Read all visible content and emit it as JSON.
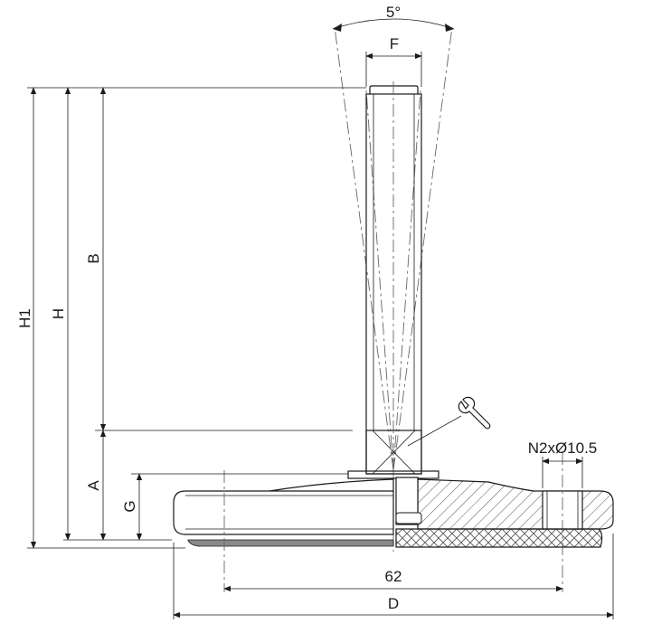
{
  "labels": {
    "angle": "5°",
    "f": "F",
    "h1": "H1",
    "h": "H",
    "b": "B",
    "a": "A",
    "g": "G",
    "holes": "N2xØ10.5",
    "bolt_spacing": "62",
    "d": "D"
  },
  "colors": {
    "line": "#1a1a1a",
    "hatch": "#555555",
    "rubber_pad": "#8a8a8a",
    "background": "#ffffff"
  },
  "icons": {
    "wrench": "wrench-icon"
  }
}
